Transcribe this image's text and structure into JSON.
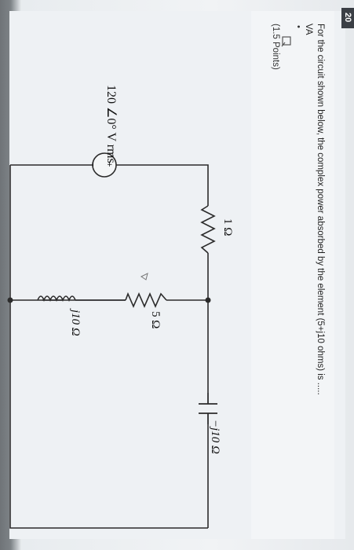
{
  "question": {
    "number": "20",
    "prompt": "For the circuit shown below, the complex power absorbed by the element (5+j10 ohms) is .....",
    "unit_line": "VA",
    "bullet": "•",
    "points": "(1.5 Points)"
  },
  "circuit": {
    "source_label": "120 ∠0° V rms",
    "source_plus": "+",
    "source_minus": "−",
    "r1_label": "1 Ω",
    "r5_label": "5 Ω",
    "inductor_label": "j10 Ω",
    "capacitor_label": "−j10 Ω"
  },
  "colors": {
    "wire": "#2b2b2b",
    "badge": "#3b3f45",
    "text": "#1f1f1f"
  }
}
